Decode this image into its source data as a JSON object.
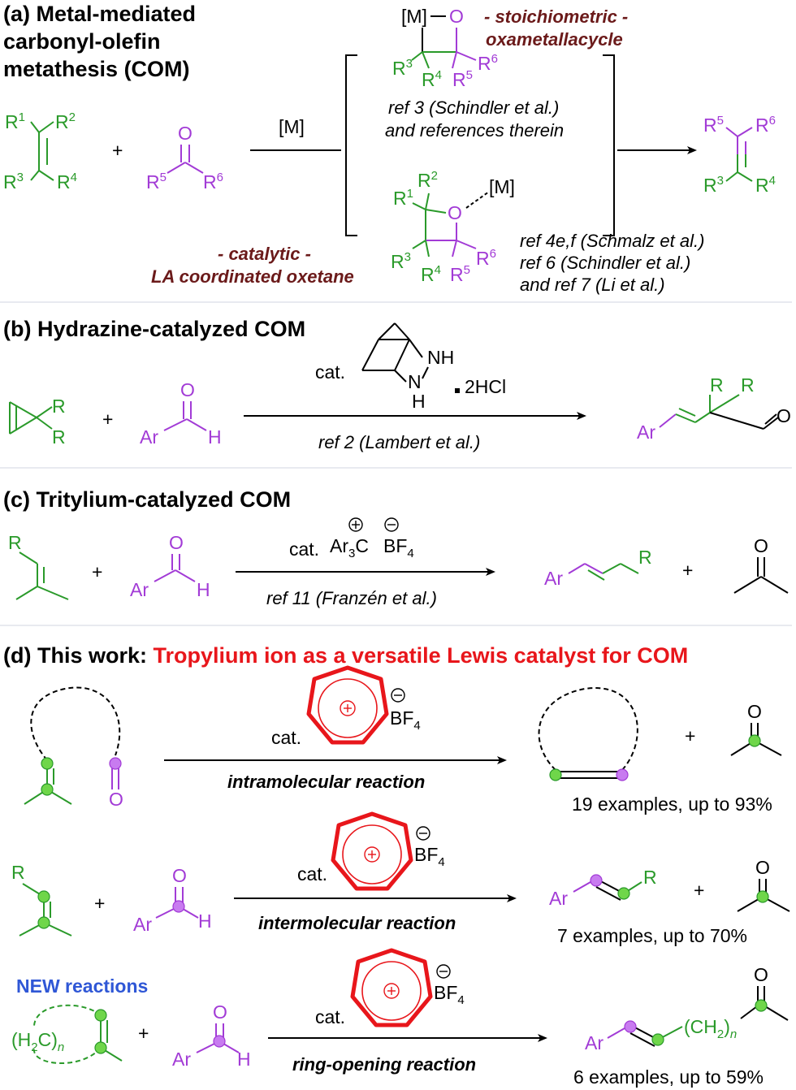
{
  "section_a": {
    "title_line1": "(a) Metal-mediated",
    "title_line2": "carbonyl-olefin",
    "title_line3": "metathesis (COM)",
    "reagent": "[M]",
    "note_stoich_1": "- stoichiometric -",
    "note_stoich_2": "oxametallacycle",
    "ref_top_1": "ref 3 (Schindler et al.)",
    "ref_top_2": "and references therein",
    "note_cat_1": "- catalytic -",
    "note_cat_2": "LA coordinated oxetane",
    "ref_bot_1": "ref 4e,f (Schmalz et al.)",
    "ref_bot_2": "ref 6 (Schindler et al.)",
    "ref_bot_3": "and ref 7 (Li et al.)"
  },
  "section_b": {
    "title": "(b) Hydrazine-catalyzed COM",
    "cat": "cat.",
    "salt": "2HCl",
    "ref": "ref 2 (Lambert et al.)"
  },
  "section_c": {
    "title": "(c) Tritylium-catalyzed COM",
    "cat": "cat.",
    "ref": "ref 11 (Franzén et al.)"
  },
  "section_d": {
    "title_prefix": "(d) This work: ",
    "title_highlight": "Tropylium ion as a versatile Lewis catalyst for COM",
    "cat": "cat.",
    "intramolecular": "intramolecular reaction",
    "intermolecular": "intermolecular reaction",
    "ring_opening": "ring-opening reaction",
    "yield_intra": "19 examples, up to 93%",
    "yield_inter": "7 examples, up to 70%",
    "yield_ring": "6 examples, up to 59%",
    "new_label": "NEW reactions"
  },
  "colors": {
    "olefin": "#2a9a2a",
    "carbonyl": "#a23bd6",
    "highlight": "#e8161b",
    "new": "#2f57d6",
    "note": "#6b1a1a"
  }
}
